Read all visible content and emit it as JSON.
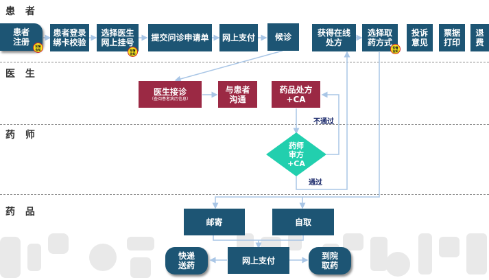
{
  "lanes": [
    "患 者",
    "医 生",
    "药 师",
    "药 品"
  ],
  "patient": {
    "register": [
      "患者",
      "注册"
    ],
    "login": [
      "患者登录",
      "绑卡校验"
    ],
    "choose_doctor": [
      "选择医生",
      "网上挂号"
    ],
    "submit": "提交问诊申请单",
    "pay": "网上支付",
    "wait": "候诊",
    "get_rx": [
      "获得在线",
      "处方"
    ],
    "choose_pickup": [
      "选择取",
      "药方式"
    ],
    "complaint": [
      "投诉",
      "意见"
    ],
    "receipt": [
      "票据",
      "打印"
    ],
    "refund": [
      "退",
      "费"
    ]
  },
  "badge_text": [
    "知情",
    "告知"
  ],
  "doctor": {
    "consult": "医生接诊",
    "consult_sub": "（查阅患者病历信息）",
    "communicate": [
      "与患者",
      "沟通"
    ],
    "rx": [
      "药品处方",
      "+CA"
    ]
  },
  "pharmacist": {
    "review": [
      "药师",
      "审方",
      "+CA"
    ],
    "reject": "不通过",
    "pass": "通过"
  },
  "medicine": {
    "mail": "邮寄",
    "self_pickup": "自取",
    "pay": "网上支付",
    "express": [
      "快递",
      "送药"
    ],
    "hospital_pickup": [
      "到院",
      "取药"
    ]
  },
  "colors": {
    "blue": "#1d5574",
    "red": "#9b2944",
    "teal": "#22cfae",
    "connector": "#a9c6e6"
  }
}
